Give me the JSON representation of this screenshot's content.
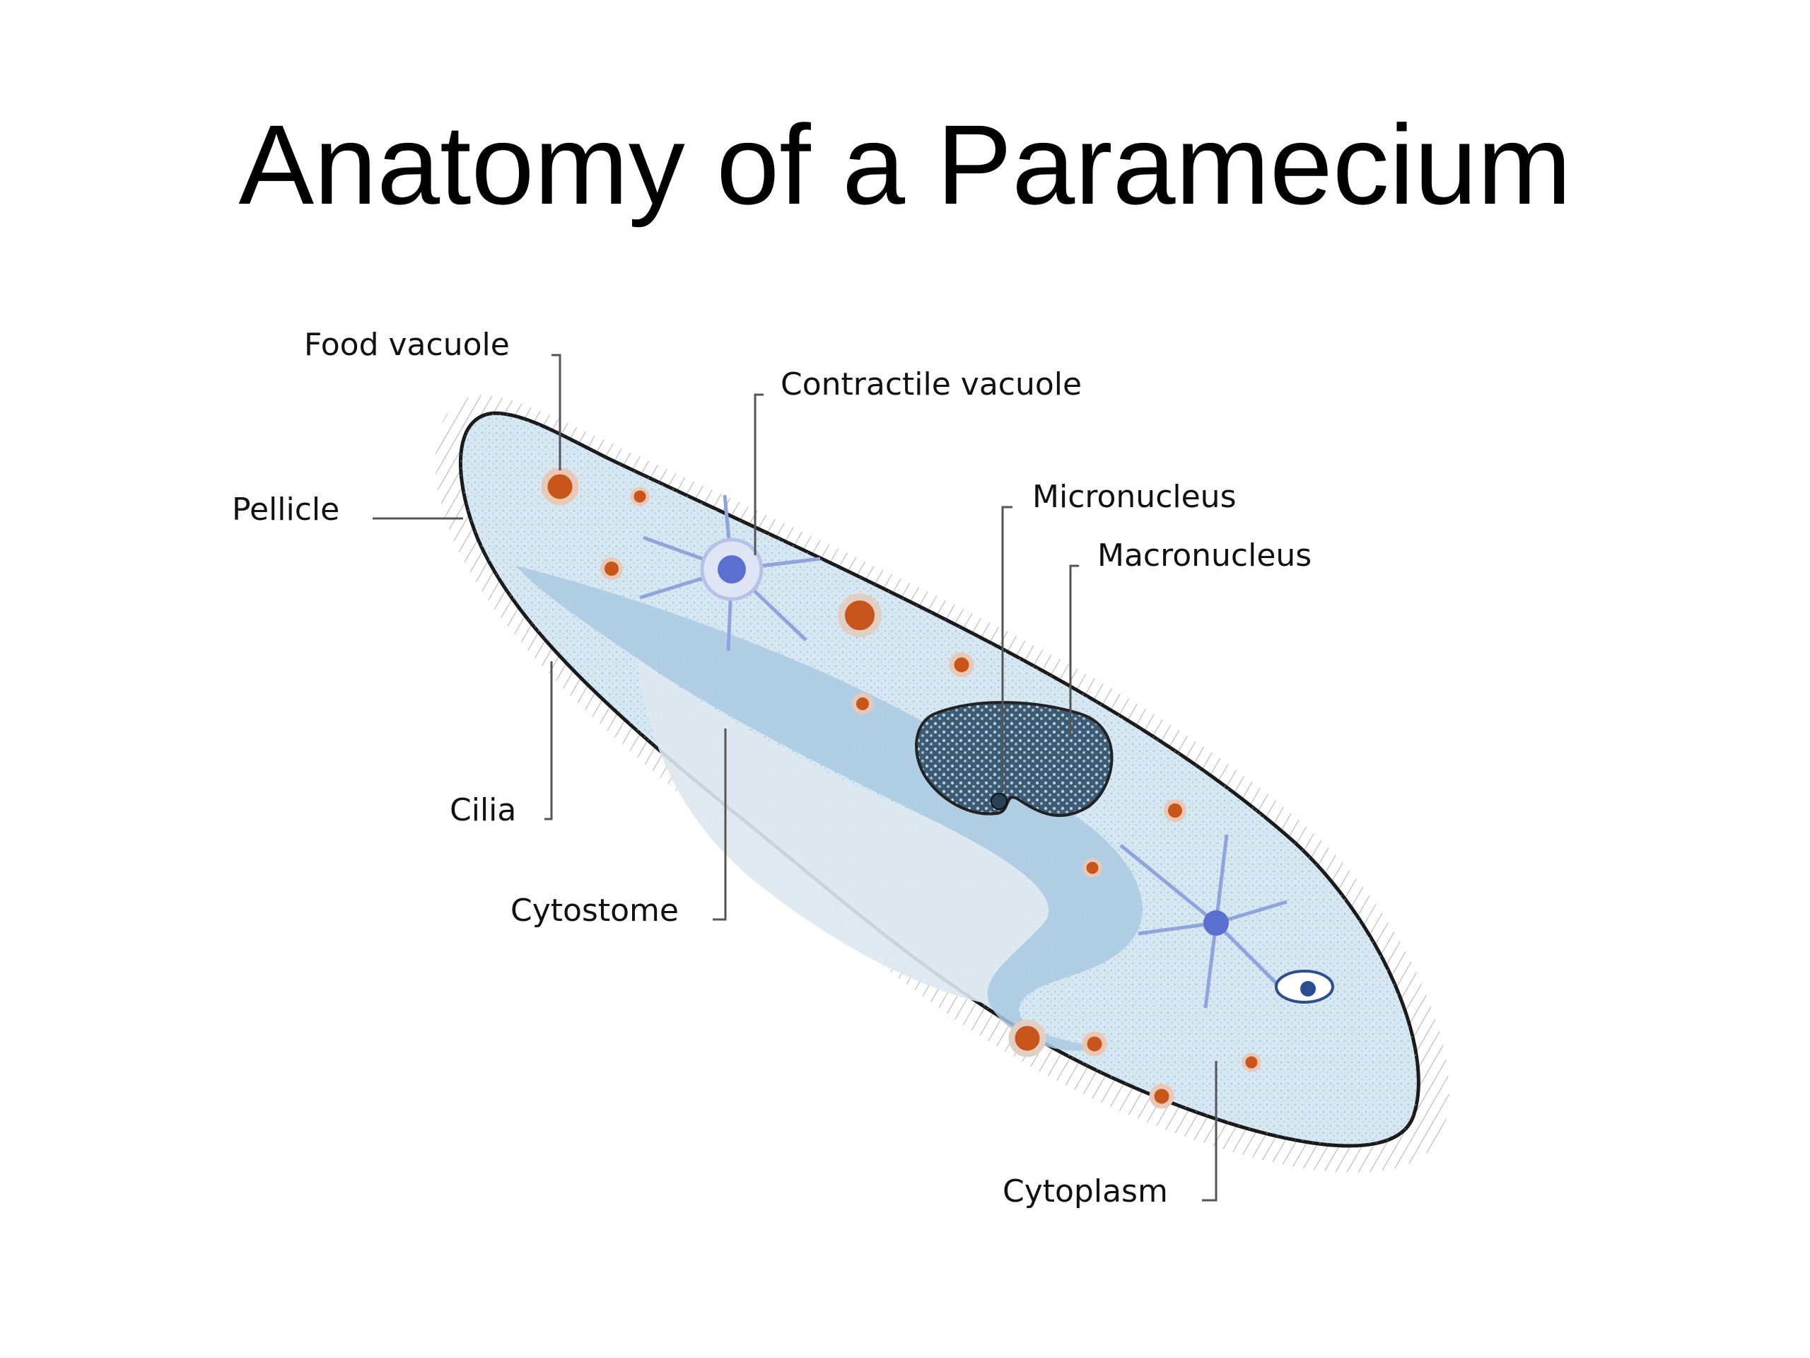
{
  "title": "Anatomy of a Paramecium",
  "labels": {
    "food_vacuole": "Food vacuole",
    "contractile_vacuole": "Contractile vacuole",
    "micronucleus": "Micronucleus",
    "macronucleus": "Macronucleus",
    "pellicle": "Pellicle",
    "cilia": "Cilia",
    "cytostome": "Cytostome",
    "cytoplasm": "Cytoplasm"
  },
  "colors": {
    "body_fill": "#cfe2ef",
    "body_outline": "#1a1a1a",
    "groove_fill": "#a9c9e2",
    "nucleus_fill": "#3e5f78",
    "vacuole_fill": "#c8561b",
    "contractile_star": "#8fa3dc",
    "contractile_center": "#5a6fd0"
  }
}
